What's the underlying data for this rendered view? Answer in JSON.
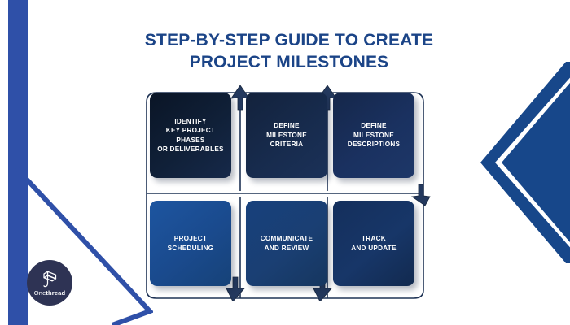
{
  "page": {
    "background_color": "#ffffff",
    "title_color": "#1b4487",
    "accent_blue": "#17478a",
    "left_bar_blue": "#2f50a8"
  },
  "title": {
    "line1": "STEP-BY-STEP GUIDE TO CREATE",
    "line2": "PROJECT MILESTONES"
  },
  "diagram": {
    "cards": [
      {
        "id": "step-1",
        "label": "IDENTIFY\nKEY PROJECT\nPHASES\nOR DELIVERABLES",
        "color": "#102038"
      },
      {
        "id": "step-2",
        "label": "DEFINE\nMILESTONE\nCRITERIA",
        "color": "#172b4d"
      },
      {
        "id": "step-3",
        "label": "DEFINE\nMILESTONE\nDESCRIPTIONS",
        "color": "#1a3160"
      },
      {
        "id": "step-4",
        "label": "PROJECT\nSCHEDULING",
        "color": "#1a4a8d"
      },
      {
        "id": "step-5",
        "label": "COMMUNICATE\nAND REVIEW",
        "color": "#1a3f73"
      },
      {
        "id": "step-6",
        "label": "TRACK\nAND UPDATE",
        "color": "#173668"
      }
    ]
  },
  "logo": {
    "name_light": "One",
    "name_bold": "thread",
    "icon": "isometric-cube-icon",
    "circle_color": "#2e3354"
  },
  "decorations": [
    {
      "name": "left-vertical-bar",
      "color": "#2f50a8"
    },
    {
      "name": "left-outline-chevron",
      "color": "#2f50a8"
    },
    {
      "name": "right-large-chevron",
      "color": "#17478a"
    },
    {
      "name": "right-solid-triangle",
      "color": "#17478a"
    }
  ]
}
